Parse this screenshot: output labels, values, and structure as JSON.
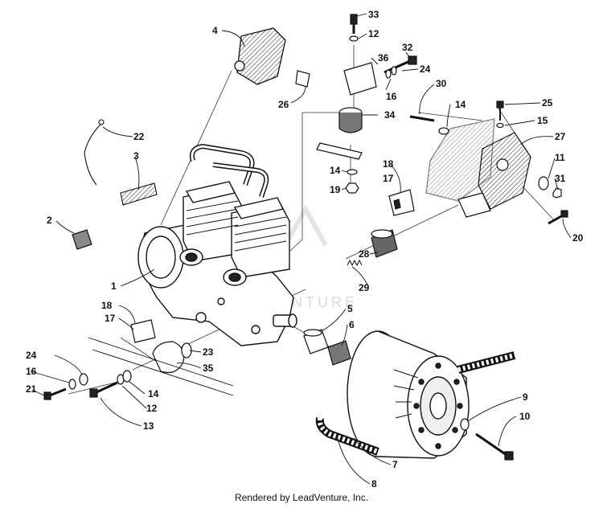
{
  "diagram": {
    "type": "exploded-parts-diagram",
    "watermark": "LEADVENTURE",
    "footer": "Rendered by LeadVenture, Inc.",
    "callouts": [
      {
        "id": "c33",
        "label": "33"
      },
      {
        "id": "c12a",
        "label": "12"
      },
      {
        "id": "c32",
        "label": "32"
      },
      {
        "id": "c4",
        "label": "4"
      },
      {
        "id": "c36",
        "label": "36"
      },
      {
        "id": "c24a",
        "label": "24"
      },
      {
        "id": "c30",
        "label": "30"
      },
      {
        "id": "c16a",
        "label": "16"
      },
      {
        "id": "c26",
        "label": "26"
      },
      {
        "id": "c14a",
        "label": "14"
      },
      {
        "id": "c25",
        "label": "25"
      },
      {
        "id": "c34",
        "label": "34"
      },
      {
        "id": "c15",
        "label": "15"
      },
      {
        "id": "c22",
        "label": "22"
      },
      {
        "id": "c27",
        "label": "27"
      },
      {
        "id": "c3",
        "label": "3"
      },
      {
        "id": "c11",
        "label": "11"
      },
      {
        "id": "c18a",
        "label": "18"
      },
      {
        "id": "c14b",
        "label": "14"
      },
      {
        "id": "c17a",
        "label": "17"
      },
      {
        "id": "c31",
        "label": "31"
      },
      {
        "id": "c19",
        "label": "19"
      },
      {
        "id": "c2",
        "label": "2"
      },
      {
        "id": "c20",
        "label": "20"
      },
      {
        "id": "c28",
        "label": "28"
      },
      {
        "id": "c1",
        "label": "1"
      },
      {
        "id": "c29",
        "label": "29"
      },
      {
        "id": "c18b",
        "label": "18"
      },
      {
        "id": "c5",
        "label": "5"
      },
      {
        "id": "c17b",
        "label": "17"
      },
      {
        "id": "c6",
        "label": "6"
      },
      {
        "id": "c24b",
        "label": "24"
      },
      {
        "id": "c23",
        "label": "23"
      },
      {
        "id": "c16b",
        "label": "16"
      },
      {
        "id": "c35",
        "label": "35"
      },
      {
        "id": "c21",
        "label": "21"
      },
      {
        "id": "c14c",
        "label": "14"
      },
      {
        "id": "c9",
        "label": "9"
      },
      {
        "id": "c12b",
        "label": "12"
      },
      {
        "id": "c10",
        "label": "10"
      },
      {
        "id": "c13",
        "label": "13"
      },
      {
        "id": "c7",
        "label": "7"
      },
      {
        "id": "c8",
        "label": "8"
      }
    ]
  }
}
